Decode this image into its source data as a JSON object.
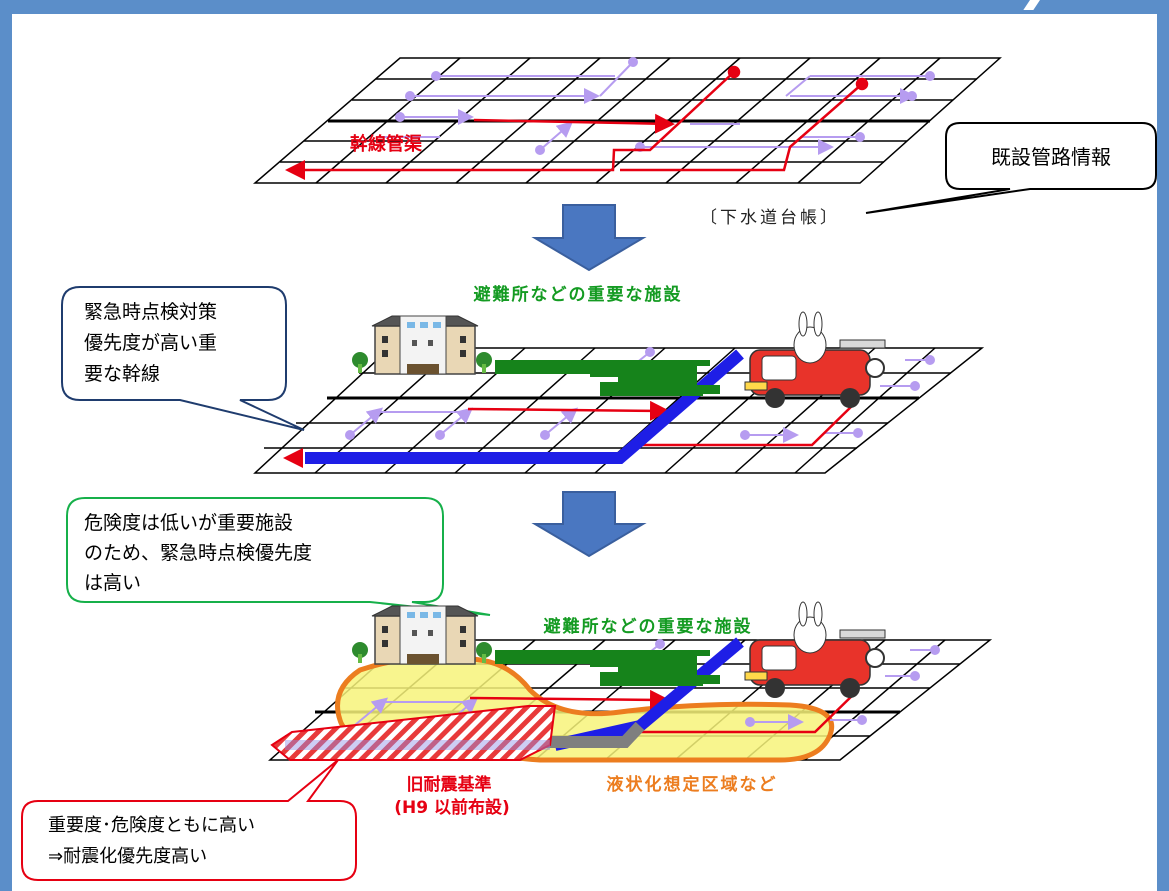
{
  "panel1": {
    "pipe_label": "幹線管渠",
    "callout": "既設管路情報",
    "source": "〔下水道台帳〕"
  },
  "panel2": {
    "facility_label": "避難所などの重要な施設",
    "callout_lines": [
      "緊急時点検対策",
      "優先度が高い重",
      "要な幹線"
    ]
  },
  "panel3": {
    "callout_top_lines": [
      "危険度は低いが重要施設",
      "のため、緊急時点検優先度",
      "は高い"
    ],
    "facility_label": "避難所などの重要な施設",
    "old_standard_lines": [
      "旧耐震基準",
      "(H9 以前布設)"
    ],
    "liquefaction": "液状化想定区域など",
    "callout_bottom_lines": [
      "重要度･危険度ともに高い",
      "⇒耐震化優先度高い"
    ]
  },
  "colors": {
    "frame": "#5b8ec9",
    "pipe_red": "#e60012",
    "pipe_purple": "#b69cf0",
    "trunk_blue": "#1e1ee6",
    "route_green": "#16831b",
    "arrow_fill": "#4a77c1",
    "liquefaction_fill": "#f7f37a",
    "liquefaction_stroke": "#ec7d1f",
    "label_green": "#149b22",
    "label_red": "#e60012",
    "label_orange": "#ec7d1f"
  }
}
